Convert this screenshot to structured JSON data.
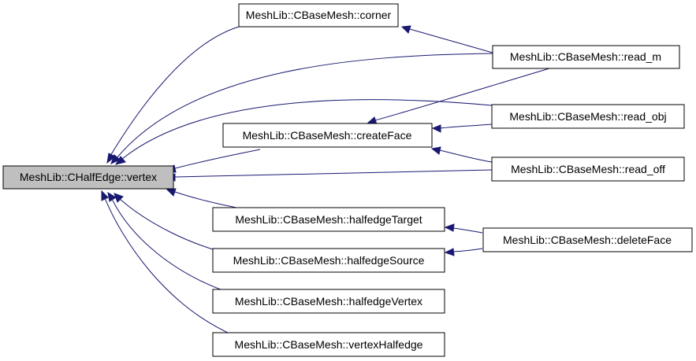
{
  "diagram": {
    "colors": {
      "edge": "#191970",
      "node_fill": "#ffffff",
      "root_fill": "#bfbfbf",
      "border": "#000000"
    },
    "nodes": {
      "vertex": "MeshLib::CHalfEdge::vertex",
      "corner": "MeshLib::CBaseMesh::corner",
      "read_m": "MeshLib::CBaseMesh::read_m",
      "createFace": "MeshLib::CBaseMesh::createFace",
      "read_obj": "MeshLib::CBaseMesh::read_obj",
      "read_off": "MeshLib::CBaseMesh::read_off",
      "halfedgeTarget": "MeshLib::CBaseMesh::halfedgeTarget",
      "halfedgeSource": "MeshLib::CBaseMesh::halfedgeSource",
      "deleteFace": "MeshLib::CBaseMesh::deleteFace",
      "halfedgeVertex": "MeshLib::CBaseMesh::halfedgeVertex",
      "vertexHalfedge": "MeshLib::CBaseMesh::vertexHalfedge"
    }
  }
}
